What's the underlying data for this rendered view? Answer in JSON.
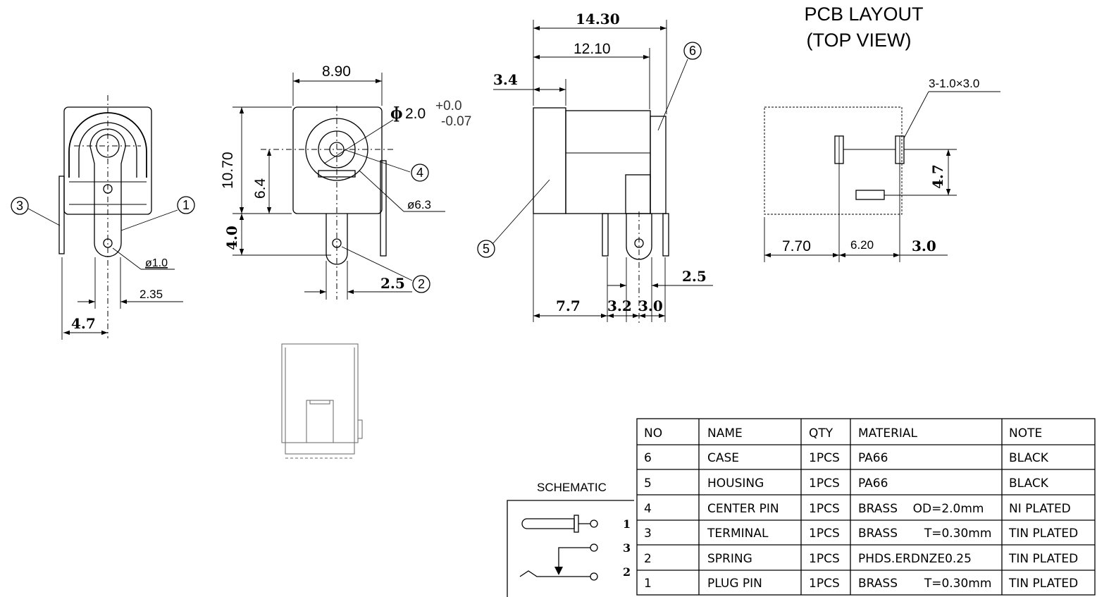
{
  "dimensions": {
    "front_width": "8.90",
    "front_height": "10.70",
    "center_height": "6.4",
    "pin_drop": "4.0",
    "pin_dia_value": "2.0",
    "pin_dia_tol_plus": "+0.0",
    "pin_dia_tol_minus": "-0.07",
    "hole_dia": "ø6.3",
    "pin_spacing": "2.5",
    "overall_length": "14.30",
    "body_length": "12.10",
    "front_step": "3.4",
    "side_pin_offset": "2.5",
    "side_bottom_a": "7.7",
    "side_bottom_b": "3.2",
    "side_bottom_c": "3.0",
    "rear_hole_dia": "ø1.0",
    "rear_pin_offset": "2.35",
    "rear_width": "4.7"
  },
  "balloons": [
    "1",
    "2",
    "3",
    "4",
    "5",
    "6"
  ],
  "pcb": {
    "title_line1": "PCB  LAYOUT",
    "title_line2": "(TOP VIEW)",
    "slot_note": "3-1.0×3.0",
    "dim_vertical": "4.7",
    "dim_a": "7.70",
    "dim_b": "6.20",
    "dim_c": "3.0"
  },
  "schematic": {
    "title": "SCHEMATIC",
    "pins": [
      "1",
      "3",
      "2"
    ]
  },
  "bom": {
    "headers": [
      "NO",
      "NAME",
      "QTY",
      "MATERIAL",
      "NOTE"
    ],
    "rows": [
      [
        "6",
        "CASE",
        "1PCS",
        "PA66",
        "BLACK"
      ],
      [
        "5",
        "HOUSING",
        "1PCS",
        "PA66",
        "BLACK"
      ],
      [
        "4",
        "CENTER PIN",
        "1PCS",
        "BRASS    OD=2.0mm",
        "NI PLATED"
      ],
      [
        "3",
        "TERMINAL",
        "1PCS",
        "BRASS       T=0.30mm",
        "TIN PLATED"
      ],
      [
        "2",
        "SPRING",
        "1PCS",
        "PHDS.ERDNZE0.25",
        "TIN PLATED"
      ],
      [
        "1",
        "PLUG PIN",
        "1PCS",
        "BRASS       T=0.30mm",
        "TIN PLATED"
      ]
    ]
  }
}
